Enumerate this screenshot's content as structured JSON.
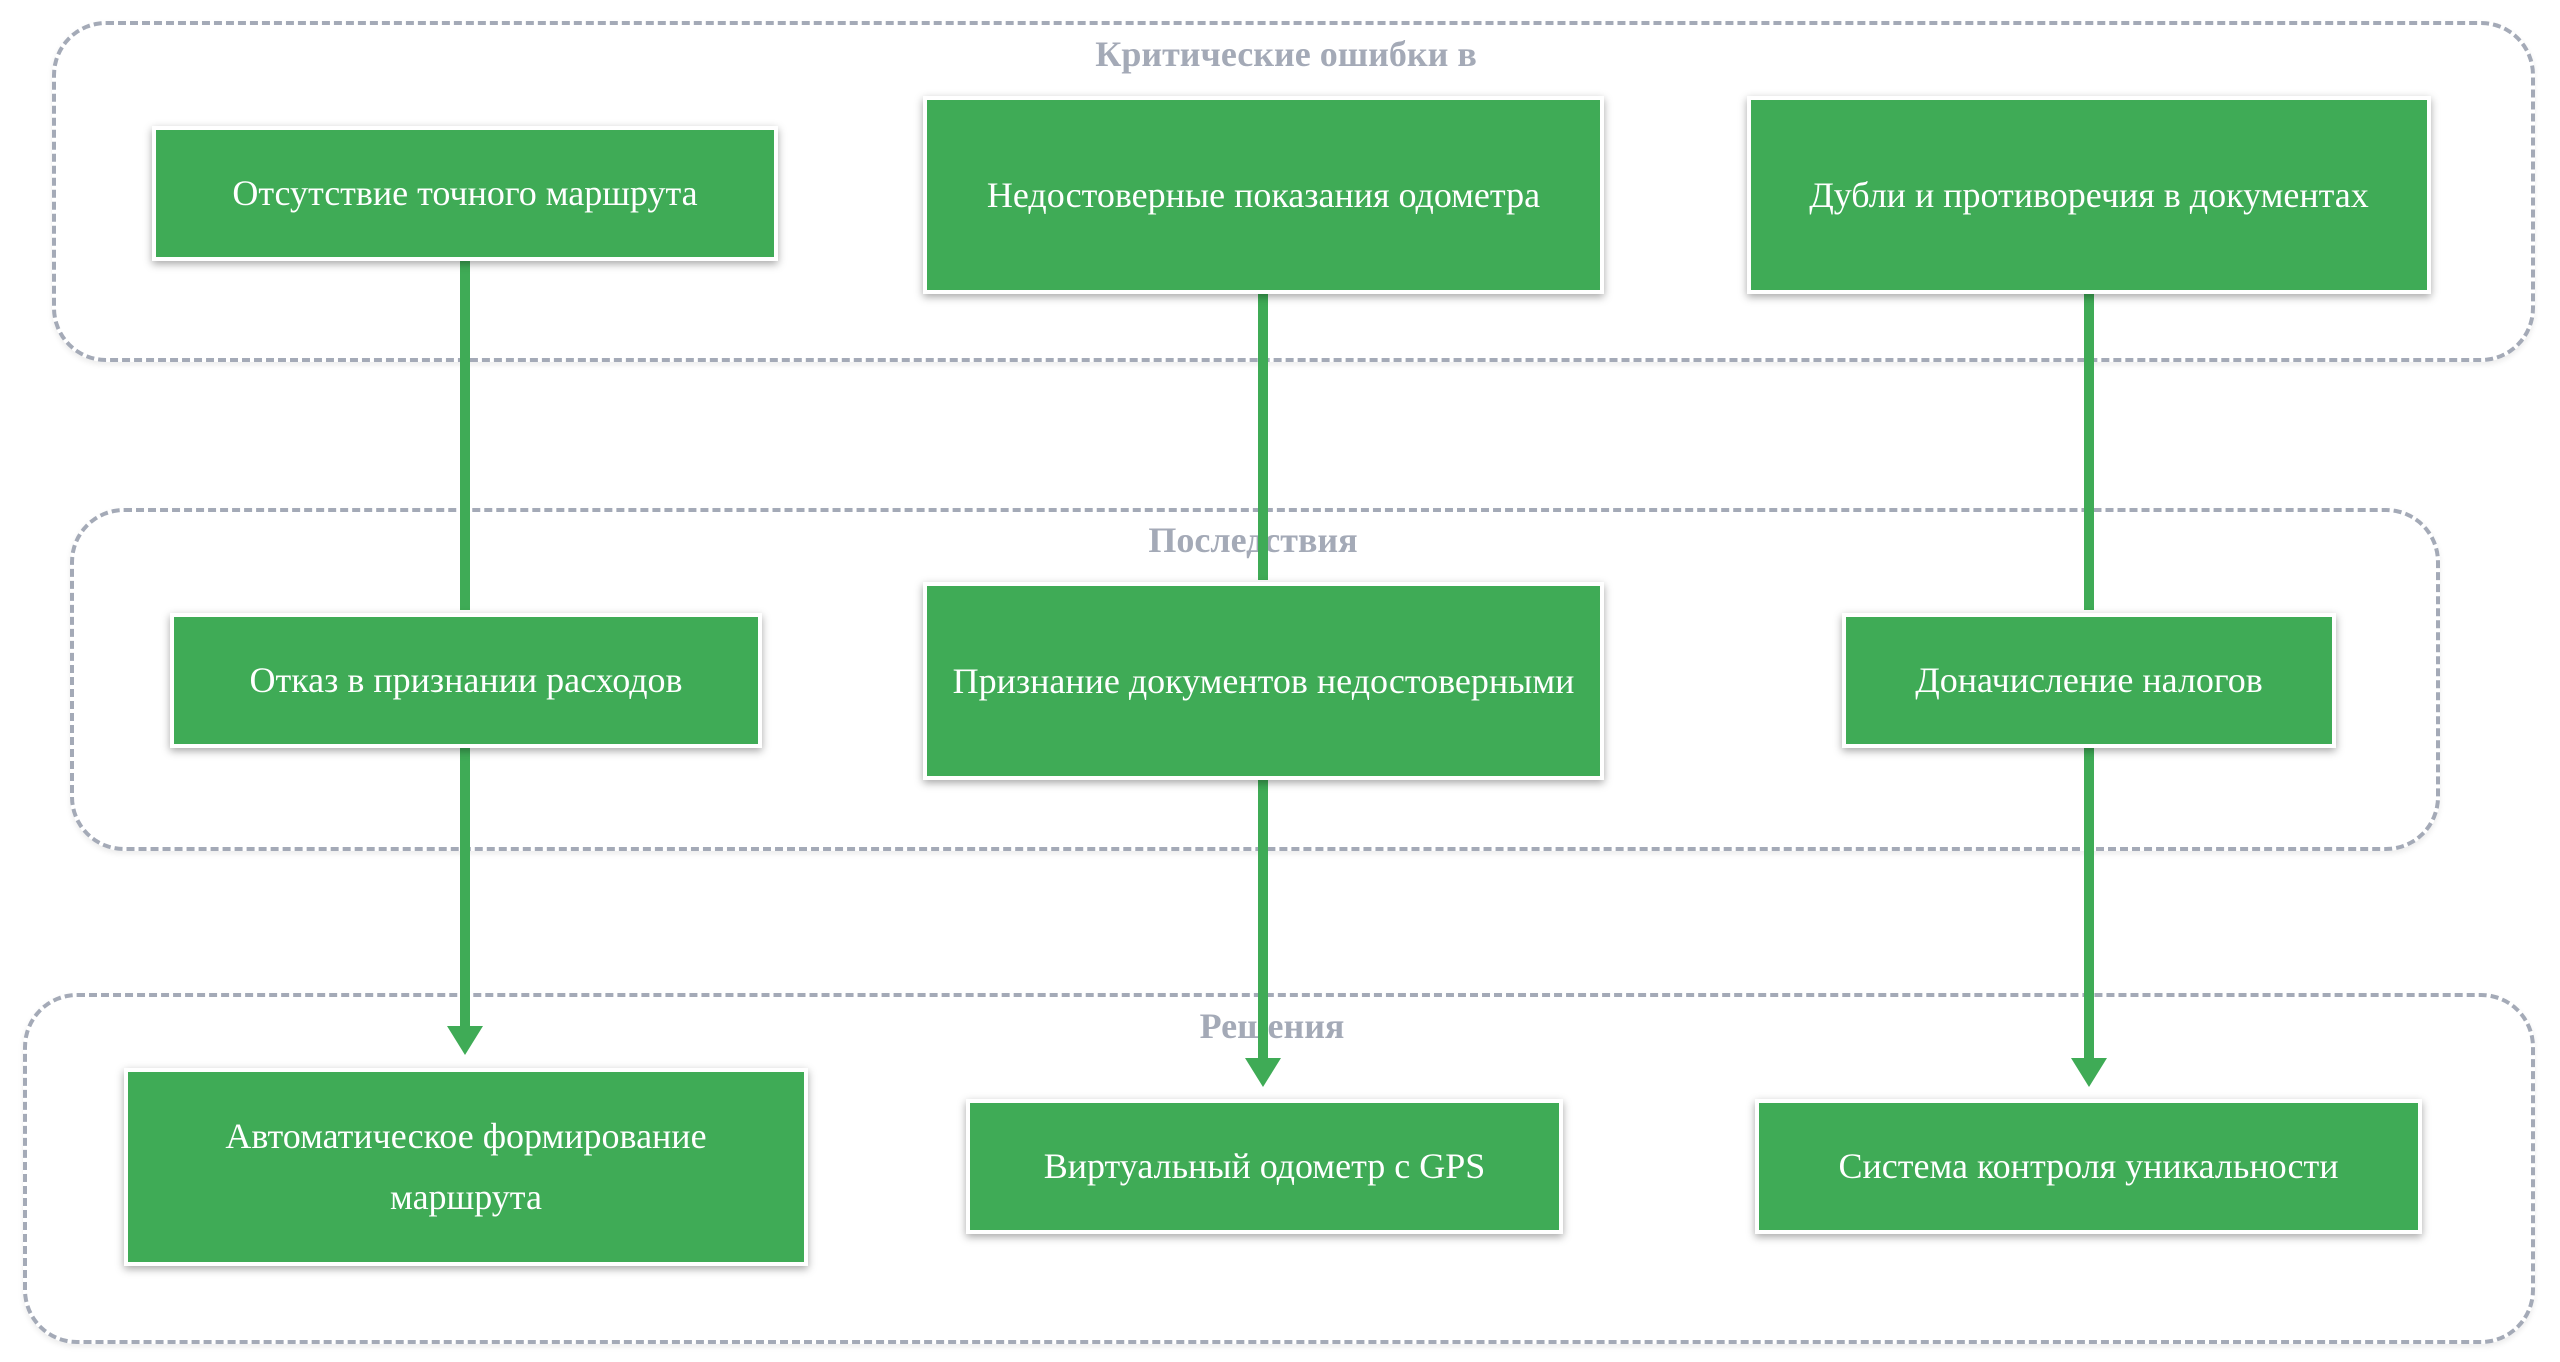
{
  "colors": {
    "node_fill": "#3fab56",
    "arrow": "#3fab56",
    "group_border": "#a4aab7",
    "group_title": "#a4aab7"
  },
  "groups": {
    "errors": {
      "title": "Критические ошибки в"
    },
    "consequences": {
      "title": "Последствия"
    },
    "solutions": {
      "title": "Решения"
    }
  },
  "nodes": {
    "no_route": "Отсутствие точного маршрута",
    "odometer": "Недостоверные показания одометра",
    "duplicates": "Дубли и противоречия в документах",
    "expense_refusal": "Отказ в признании расходов",
    "docs_unreliable": "Признание документов недостоверными",
    "tax_charge": "Доначисление налогов",
    "auto_route": "Автоматическое формирование маршрута",
    "virtual_odometer": "Виртуальный одометр с GPS",
    "uniqueness": "Система контроля уникальности"
  }
}
